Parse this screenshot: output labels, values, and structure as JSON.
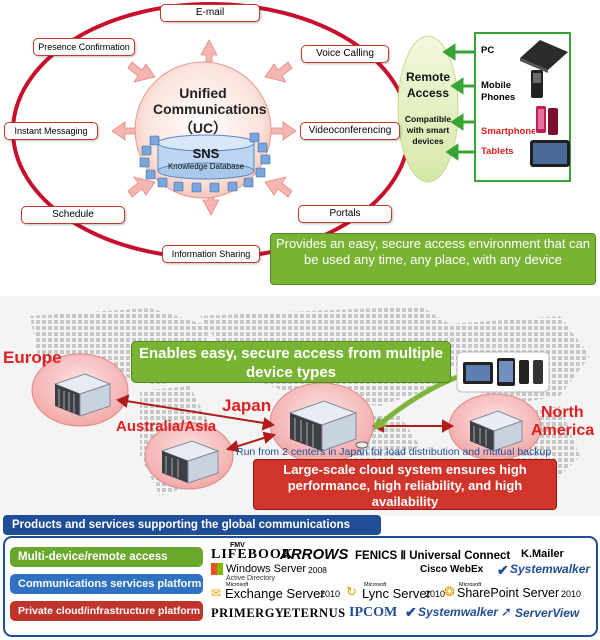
{
  "top": {
    "center_title": "Unified Communications",
    "center_abbr": "（UC）",
    "sns_title": "SNS",
    "sns_subtitle": "Knowledge Database",
    "services": {
      "email": "E-mail",
      "presence": "Presence Confirmation",
      "voice": "Voice Calling",
      "im": "Instant Messaging",
      "video": "Videoconferencing",
      "schedule": "Schedule",
      "portals": "Portals",
      "info": "Information Sharing"
    },
    "remote": {
      "title_line1": "Remote",
      "title_line2": "Access",
      "compat": "Compatible with smart devices",
      "devices": [
        "PC",
        "Mobile Phones",
        "Smartphones",
        "Tablets"
      ]
    },
    "caption": "Provides an easy, secure access environment that can be used any time, any place, with any device"
  },
  "map": {
    "banner": "Enables easy, secure access from multiple device types",
    "regions": {
      "europe": "Europe",
      "japan": "Japan",
      "australia": "Australia/Asia",
      "north": "North",
      "america": "America"
    },
    "note": "Run from 2 centers in Japan for load distribution and mutual backup",
    "cloud_box": "Large-scale cloud system ensures high performance, high reliability, and high availability"
  },
  "products": {
    "header": "Products and services supporting the global communications platform",
    "categories": [
      {
        "label": "Multi-device/remote access",
        "color": "#6aa82d"
      },
      {
        "label": "Communications services platform",
        "color": "#2f72c4"
      },
      {
        "label": "Private cloud/infrastructure platform",
        "color": "#c0352b"
      }
    ],
    "logos": {
      "fmv": "FMV",
      "lifebook": "LIFEBOOK",
      "arrows": "ARROWS",
      "fenics": "FENICS Ⅱ Universal Connect",
      "kmailer": "K.Mailer",
      "webex": "Cisco WebEx",
      "sw1": "Systemwalker",
      "windows": "Windows Server",
      "windows_year": "2008",
      "ad": "Active Directory",
      "ms1": "Microsoft",
      "exchange": "Exchange Server",
      "exchange_year": "2010",
      "ms2": "Microsoft",
      "lync": "Lync Server",
      "lync_year": "2010",
      "ms3": "Microsoft",
      "sharepoint": "SharePoint Server",
      "sharepoint_year": "2010",
      "primergy": "PRIMERGY",
      "eternus": "ETERNUS",
      "ipcom": "IPCOM",
      "sw2": "Systemwalker",
      "serverview": "ServerView"
    }
  },
  "colors": {
    "ring": "#c8102e",
    "green": "#5a9e2f",
    "blue_bar": "#1f4e96",
    "red_text": "#e02020"
  }
}
